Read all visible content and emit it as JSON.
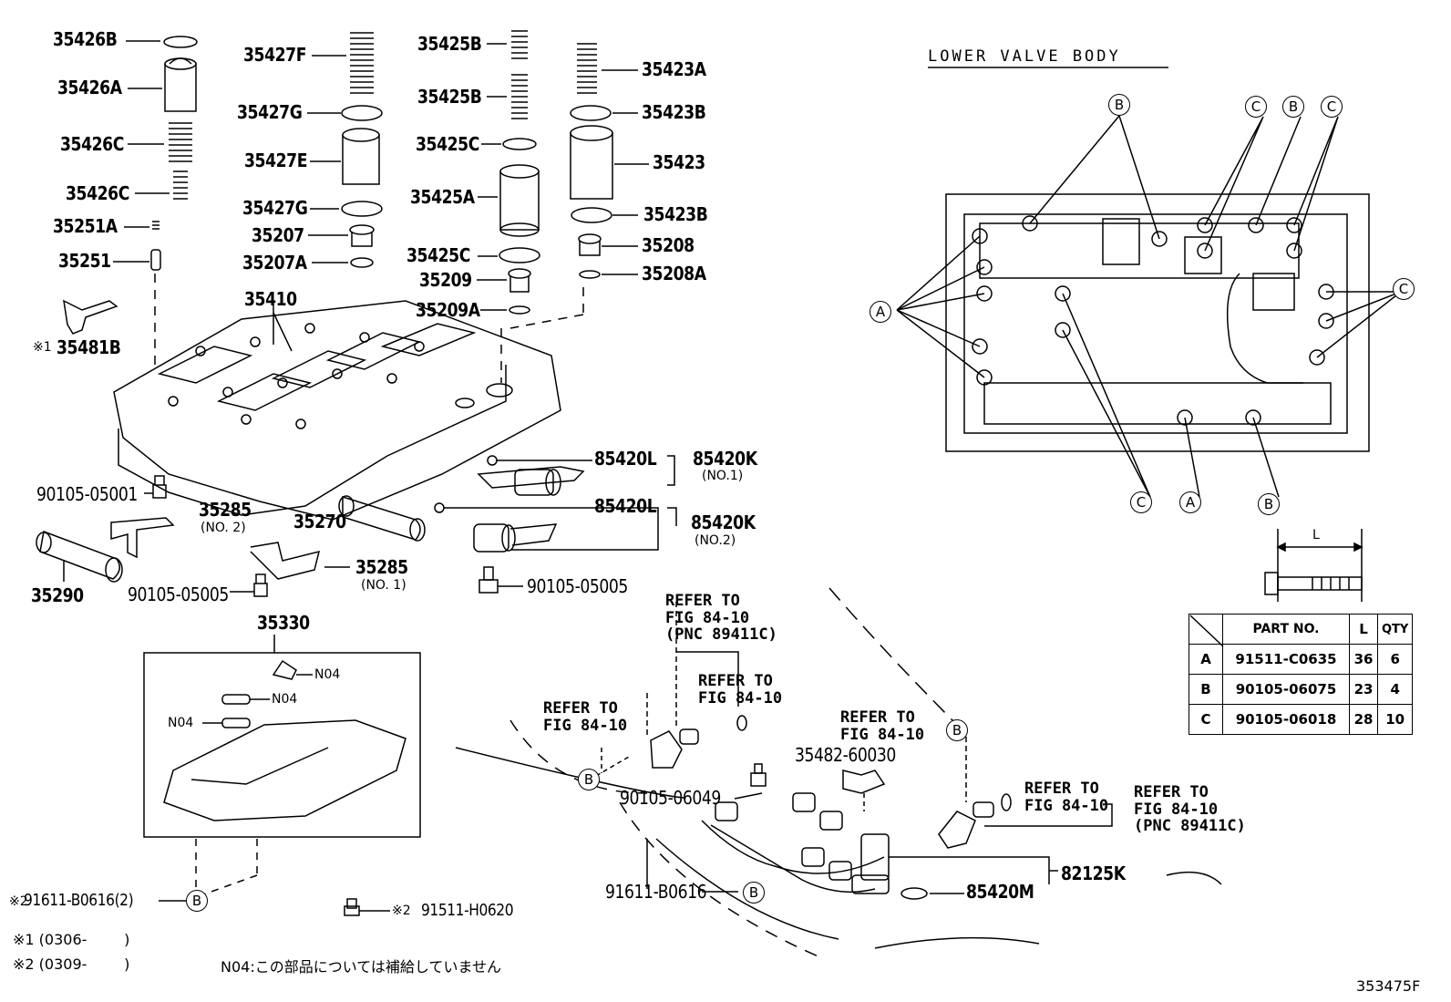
{
  "title": "LOWER VALVE BODY",
  "figure_id": "353475F",
  "part_labels": [
    "35426B",
    "35426A",
    "35426C",
    "35426C",
    "35251A",
    "35251",
    "35481B",
    "35427F",
    "35427G",
    "35427E",
    "35427G",
    "35207",
    "35207A",
    "35425B",
    "35425B",
    "35425C",
    "35425A",
    "35425C",
    "35209",
    "35209A",
    "35423A",
    "35423B",
    "35423",
    "35423B",
    "35208",
    "35208A",
    "35410",
    "85420L",
    "85420K",
    "85420L",
    "85420K",
    "90105-05001",
    "35285",
    "35270",
    "35290",
    "90105-05005",
    "35285",
    "90105-05005",
    "35330",
    "91611-B0616(2)",
    "91511-H0620",
    "35482-60030",
    "90105-06049",
    "91611-B0616",
    "85420M",
    "82125K"
  ],
  "sub_labels": [
    "(NO.1)",
    "(NO.2)",
    "(NO. 2)",
    "(NO. 1)"
  ],
  "notes": {
    "n04_tag": "N04",
    "mark1": "※1",
    "mark2": "※2",
    "note1": "※1 (0306-        )",
    "note2": "※2 (0309-        )",
    "n04_text": "N04:この部品については補給していません"
  },
  "refer_labels": [
    "REFER TO\nFIG 84-10\n(PNC 89411C)",
    "REFER TO\nFIG 84-10",
    "REFER TO\nFIG 84-10",
    "REFER TO\nFIG 84-10",
    "REFER TO\nFIG 84-10",
    "REFER TO\nFIG 84-10\n(PNC 89411C)"
  ],
  "callouts": {
    "a": "A",
    "b": "B",
    "c": "C"
  },
  "dimension_label": "L",
  "bolt_table": {
    "headers": [
      "PART NO.",
      "L",
      "QTY"
    ],
    "rows": [
      {
        "key": "A",
        "part_no": "91511-C0635",
        "l": "36",
        "qty": "6"
      },
      {
        "key": "B",
        "part_no": "90105-06075",
        "l": "23",
        "qty": "4"
      },
      {
        "key": "C",
        "part_no": "90105-06018",
        "l": "28",
        "qty": "10"
      }
    ]
  }
}
